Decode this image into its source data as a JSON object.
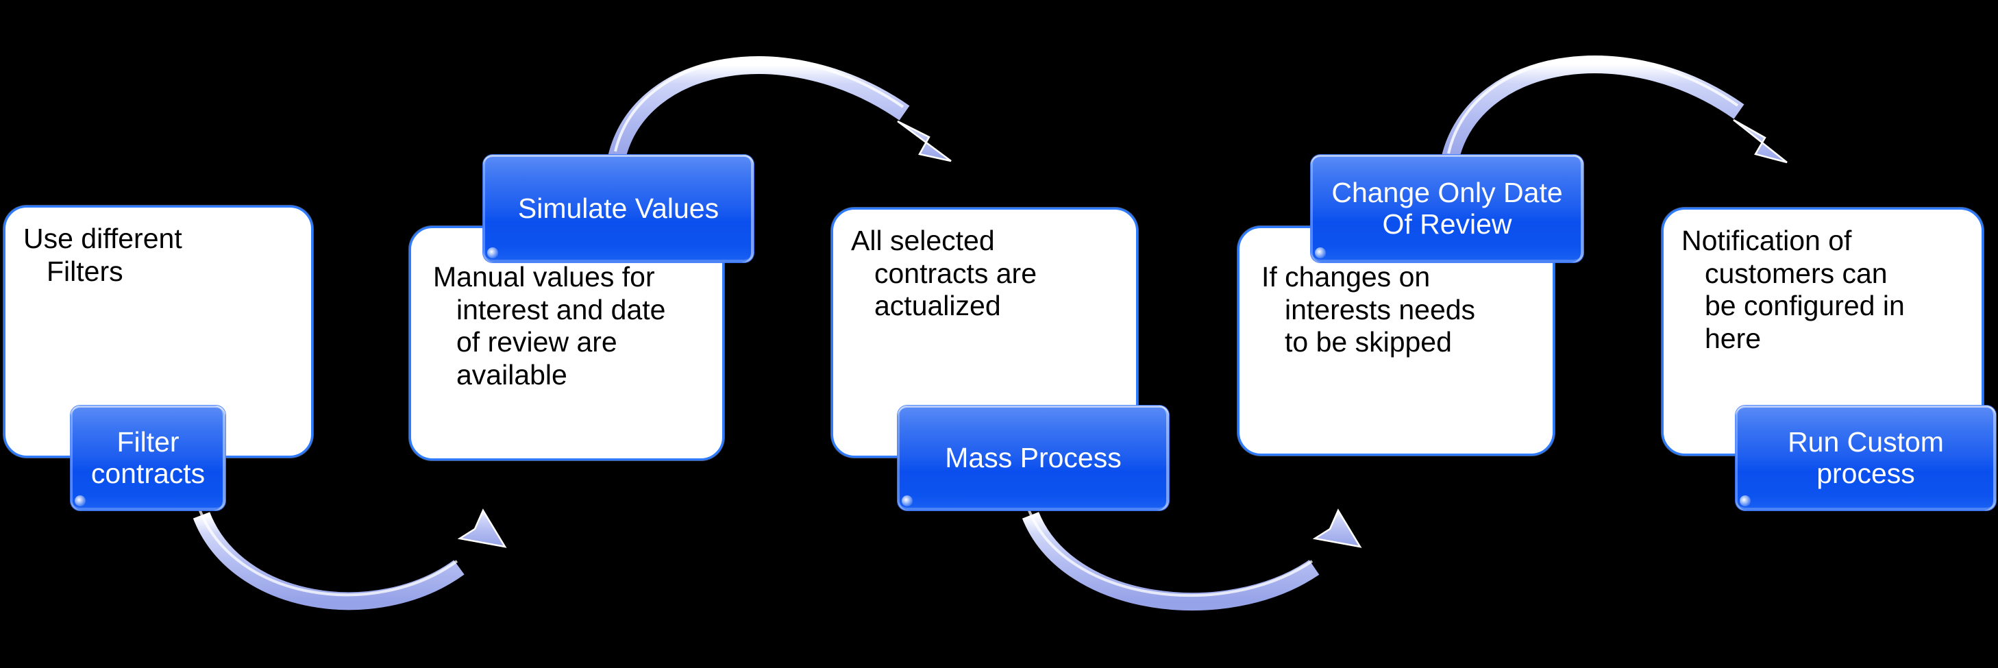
{
  "diagram": {
    "type": "process-flow",
    "background_color": "#000000",
    "card_fill": "#ffffff",
    "card_border_color": "#2e7bff",
    "badge_color": "#0b50ee",
    "badge_text_color": "#ffffff",
    "arrow_color": "#aab4f0",
    "steps": [
      {
        "id": "step-1",
        "description": "Use different\nFilters",
        "action_label": "Filter contracts"
      },
      {
        "id": "step-2",
        "description": "Manual values for\ninterest and date\nof review are\navailable",
        "action_label": "Simulate Values"
      },
      {
        "id": "step-3",
        "description": "All selected\ncontracts are\nactualized",
        "action_label": "Mass Process"
      },
      {
        "id": "step-4",
        "description": "If changes on\ninterests needs\nto be skipped",
        "action_label": "Change Only Date\nOf Review"
      },
      {
        "id": "step-5",
        "description": "Notification of\ncustomers can\nbe configured in\nhere",
        "action_label": "Run Custom\nprocess"
      }
    ],
    "connectors": [
      {
        "id": "connector-1",
        "from": "step-1",
        "to": "step-2",
        "direction": "bottom-arc-up-right"
      },
      {
        "id": "connector-2",
        "from": "step-2",
        "to": "step-3",
        "direction": "top-arc-down-right"
      },
      {
        "id": "connector-3",
        "from": "step-3",
        "to": "step-4",
        "direction": "bottom-arc-up-right"
      },
      {
        "id": "connector-4",
        "from": "step-4",
        "to": "step-5",
        "direction": "top-arc-down-right"
      }
    ]
  }
}
